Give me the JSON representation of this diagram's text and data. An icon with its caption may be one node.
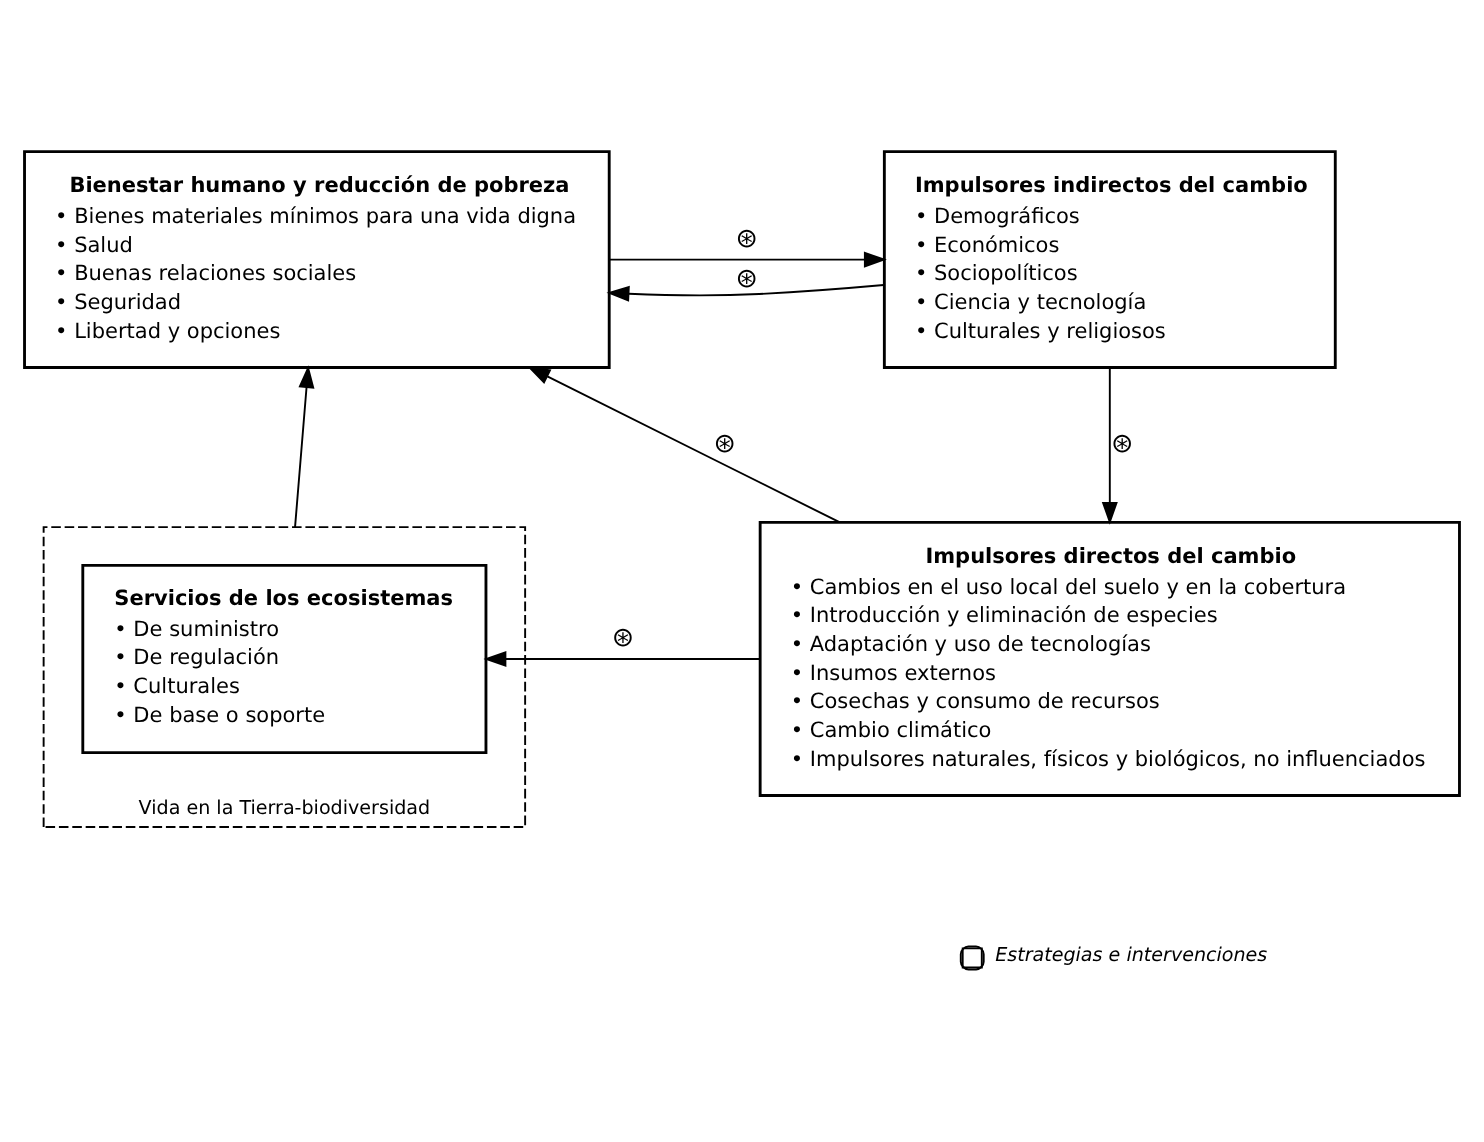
{
  "diagram": {
    "nodes": [
      {
        "text": [
          "Bienestar humano y reducción de pobreza",
          "• Bienes materiales mínimos para una vida digna",
          "• Salud",
          "• Buenas relaciones sociales",
          "• Seguridad",
          "• Libertad y opciones"
        ]
      },
      {
        "text": [
          "Impulsores indirectos del cambio",
          "• Demográficos",
          "• Económicos",
          "• Sociopolíticos",
          "• Ciencia y tecnología",
          "• Culturales y religiosos"
        ]
      },
      {
        "text": [
          "Vida en la Tierra-biodiversidad"
        ]
      },
      {
        "text": [
          "Servicios de los ecosistemas",
          "• De suministro",
          "• De regulación",
          "• Culturales",
          "• De base o soporte"
        ],
        "in": 2
      },
      {
        "text": [
          "Impulsores directos del cambio",
          "• Cambios en el uso local del suelo y en la cobertura",
          "• Introducción y eliminación de especies",
          "• Adaptación y uso de tecnologías",
          "• Insumos externos",
          "• Cosechas y consumo de recursos",
          "• Cambio climático",
          "• Impulsores naturales, físicos y biológicos, no influenciados"
        ]
      }
    ],
    "edges": [
      {
        "from": 0,
        "to": 1,
        "arrow": "to",
        "label": "⊛"
      },
      {
        "from": 1,
        "to": 0,
        "arrow": "to",
        "label": "⊛"
      },
      {
        "from": 1,
        "to": 4,
        "arrow": "to",
        "label": "⊛"
      },
      {
        "from": 4,
        "to": 0,
        "arrow": "to",
        "label": "⊛"
      },
      {
        "from": 4,
        "to": 3,
        "arrow": "to",
        "label": "⊛"
      },
      {
        "from": 2,
        "to": 0,
        "arrow": "to"
      }
    ],
    "legend": [
      {
        "text": "Estrategias e intervenciones"
      }
    ]
  }
}
